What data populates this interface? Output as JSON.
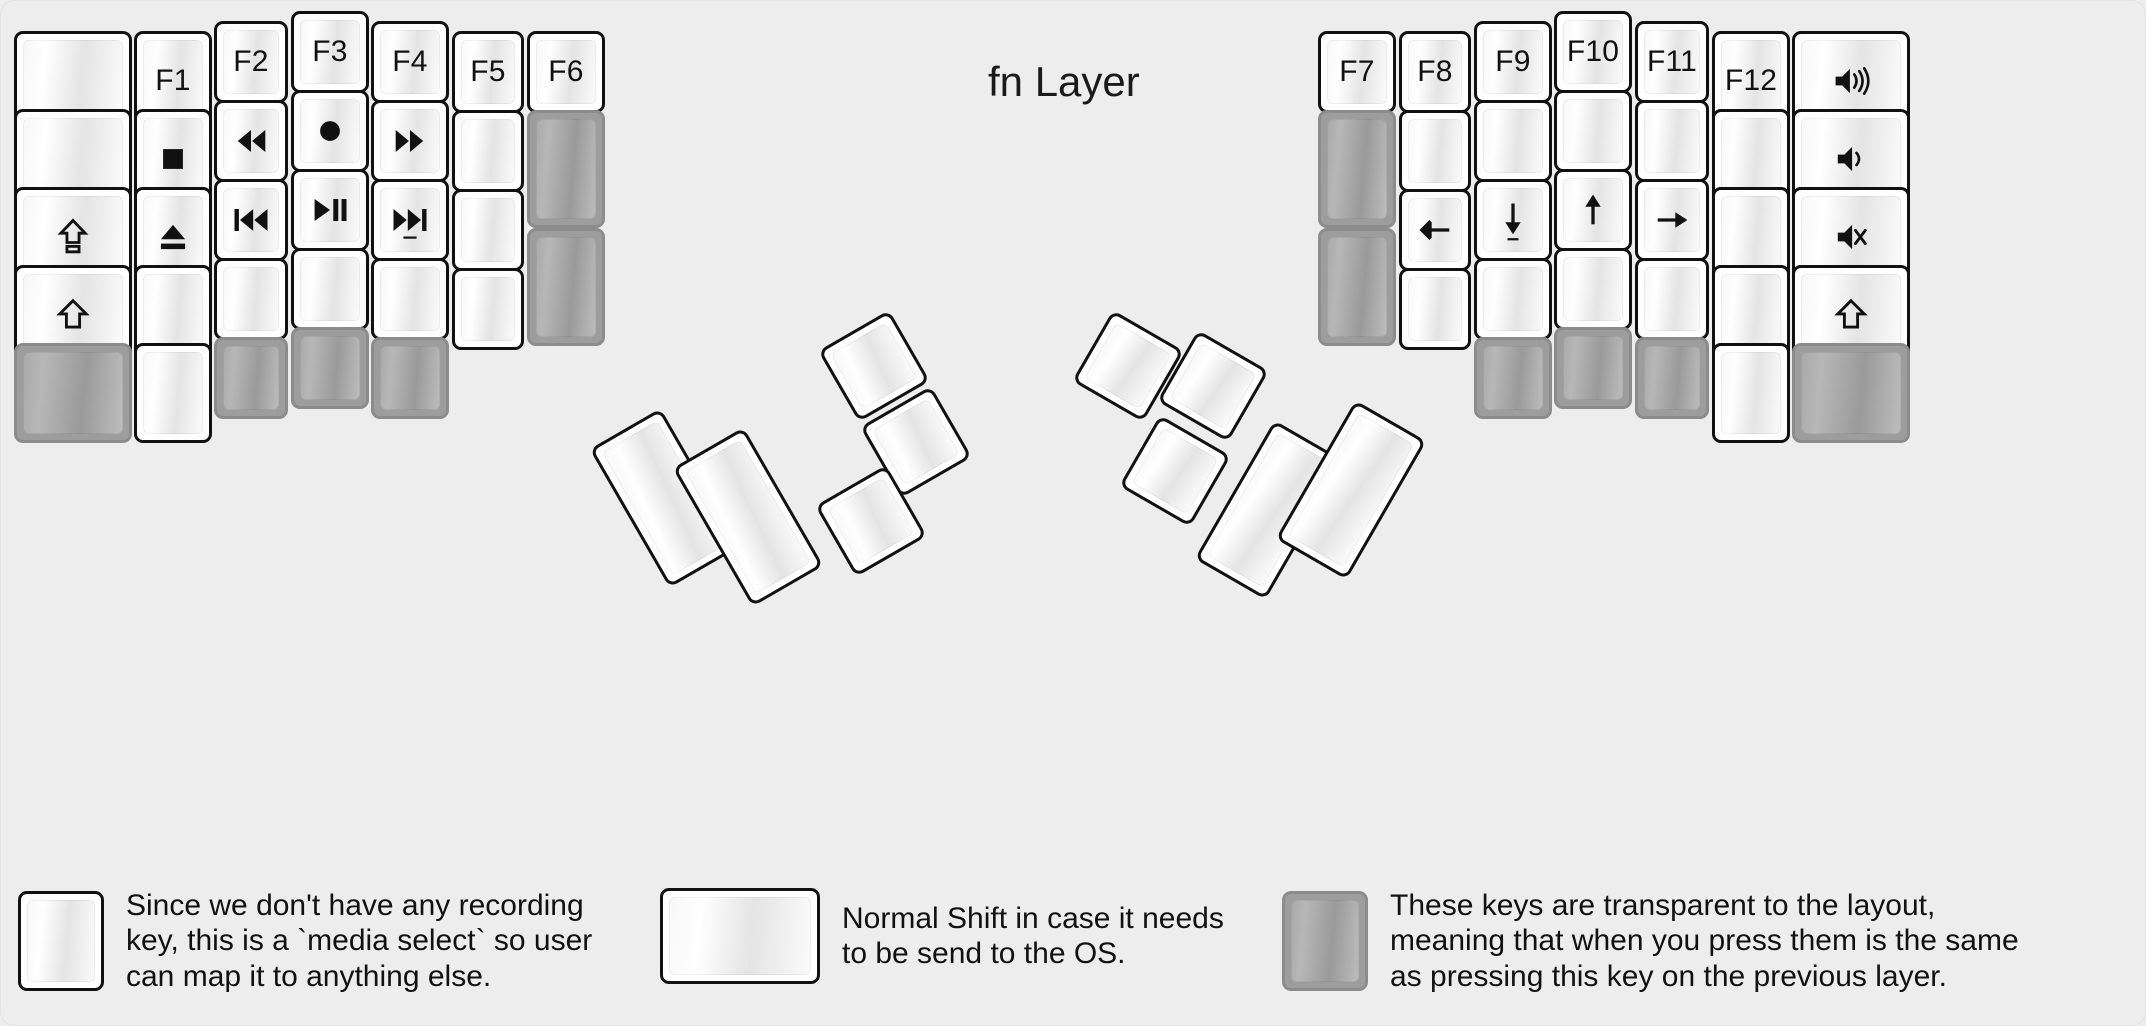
{
  "title": "fn Layer",
  "colors": {
    "background": "#ededed",
    "key_fill": "#ffffff",
    "key_border": "#111111",
    "transparent_fill": "#9d9d9d",
    "transparent_border": "#8c8c8c",
    "text": "#111111"
  },
  "legend": [
    {
      "icon": "record-icon",
      "key_style": "normal",
      "text": "Since we don't have any recording\nkey, this is a `media select` so user\ncan map it to anything else."
    },
    {
      "icon": "shift-icon",
      "key_style": "normal",
      "text": "Normal Shift in case it needs\nto be send to the OS."
    },
    {
      "icon": "none",
      "key_style": "transparent",
      "text": "These keys are transparent to the layout,\nmeaning that when you press them is the same\nas pressing this key on the previous layer."
    }
  ],
  "left_half": {
    "columns": [
      {
        "name": "pinky-outer",
        "keys": [
          {
            "label": "",
            "icon": "none",
            "style": "normal"
          },
          {
            "label": "",
            "icon": "none",
            "style": "normal"
          },
          {
            "label": "",
            "icon": "capslock-icon",
            "style": "normal"
          },
          {
            "label": "",
            "icon": "shift-icon",
            "style": "normal"
          },
          {
            "label": "",
            "icon": "none",
            "style": "transparent"
          }
        ]
      },
      {
        "name": "pinky",
        "keys": [
          {
            "label": "F1",
            "icon": "none",
            "style": "normal"
          },
          {
            "label": "",
            "icon": "media-stop-icon",
            "style": "normal"
          },
          {
            "label": "",
            "icon": "eject-icon",
            "style": "normal"
          },
          {
            "label": "",
            "icon": "none",
            "style": "normal"
          },
          {
            "label": "",
            "icon": "none",
            "style": "normal"
          }
        ]
      },
      {
        "name": "ring",
        "keys": [
          {
            "label": "F2",
            "icon": "none",
            "style": "normal"
          },
          {
            "label": "",
            "icon": "rewind-icon",
            "style": "normal"
          },
          {
            "label": "",
            "icon": "previous-track-icon",
            "style": "normal"
          },
          {
            "label": "",
            "icon": "none",
            "style": "normal"
          },
          {
            "label": "",
            "icon": "none",
            "style": "transparent"
          }
        ]
      },
      {
        "name": "middle",
        "keys": [
          {
            "label": "F3",
            "icon": "none",
            "style": "normal"
          },
          {
            "label": "",
            "icon": "record-icon",
            "style": "normal"
          },
          {
            "label": "",
            "icon": "play-pause-icon",
            "style": "normal"
          },
          {
            "label": "",
            "icon": "none",
            "style": "normal"
          },
          {
            "label": "",
            "icon": "none",
            "style": "transparent"
          }
        ]
      },
      {
        "name": "index",
        "keys": [
          {
            "label": "F4",
            "icon": "none",
            "style": "normal"
          },
          {
            "label": "",
            "icon": "fast-forward-icon",
            "style": "normal"
          },
          {
            "label": "",
            "icon": "next-track-icon",
            "style": "normal"
          },
          {
            "label": "",
            "icon": "none",
            "style": "normal"
          },
          {
            "label": "",
            "icon": "none",
            "style": "transparent"
          }
        ]
      },
      {
        "name": "index-inner",
        "keys": [
          {
            "label": "F5",
            "icon": "none",
            "style": "normal"
          },
          {
            "label": "",
            "icon": "none",
            "style": "normal"
          },
          {
            "label": "",
            "icon": "none",
            "style": "normal"
          },
          {
            "label": "",
            "icon": "none",
            "style": "normal"
          }
        ]
      },
      {
        "name": "innermost",
        "keys": [
          {
            "label": "F6",
            "icon": "none",
            "style": "normal"
          },
          {
            "label": "",
            "icon": "none",
            "style": "transparent"
          },
          {
            "label": "",
            "icon": "none",
            "style": "transparent"
          }
        ]
      }
    ],
    "thumb_cluster": [
      {
        "label": "",
        "icon": "none",
        "style": "normal",
        "size": "2u-tall"
      },
      {
        "label": "",
        "icon": "none",
        "style": "normal",
        "size": "2u-tall"
      },
      {
        "label": "",
        "icon": "none",
        "style": "normal",
        "size": "1u"
      },
      {
        "label": "",
        "icon": "none",
        "style": "normal",
        "size": "1u"
      },
      {
        "label": "",
        "icon": "none",
        "style": "normal",
        "size": "1u"
      }
    ]
  },
  "right_half": {
    "columns": [
      {
        "name": "innermost",
        "keys": [
          {
            "label": "F7",
            "icon": "none",
            "style": "normal"
          },
          {
            "label": "",
            "icon": "none",
            "style": "transparent"
          },
          {
            "label": "",
            "icon": "none",
            "style": "transparent"
          }
        ]
      },
      {
        "name": "index-inner",
        "keys": [
          {
            "label": "F8",
            "icon": "none",
            "style": "normal"
          },
          {
            "label": "",
            "icon": "none",
            "style": "normal"
          },
          {
            "label": "",
            "icon": "arrow-left-icon",
            "style": "normal"
          },
          {
            "label": "",
            "icon": "none",
            "style": "normal"
          }
        ]
      },
      {
        "name": "index",
        "keys": [
          {
            "label": "F9",
            "icon": "none",
            "style": "normal"
          },
          {
            "label": "",
            "icon": "none",
            "style": "normal"
          },
          {
            "label": "",
            "icon": "arrow-down-icon",
            "style": "normal"
          },
          {
            "label": "",
            "icon": "none",
            "style": "normal"
          },
          {
            "label": "",
            "icon": "none",
            "style": "transparent"
          }
        ]
      },
      {
        "name": "middle",
        "keys": [
          {
            "label": "F10",
            "icon": "none",
            "style": "normal"
          },
          {
            "label": "",
            "icon": "none",
            "style": "normal"
          },
          {
            "label": "",
            "icon": "arrow-up-icon",
            "style": "normal"
          },
          {
            "label": "",
            "icon": "none",
            "style": "normal"
          },
          {
            "label": "",
            "icon": "none",
            "style": "transparent"
          }
        ]
      },
      {
        "name": "ring",
        "keys": [
          {
            "label": "F11",
            "icon": "none",
            "style": "normal"
          },
          {
            "label": "",
            "icon": "none",
            "style": "normal"
          },
          {
            "label": "",
            "icon": "arrow-right-icon",
            "style": "normal"
          },
          {
            "label": "",
            "icon": "none",
            "style": "normal"
          },
          {
            "label": "",
            "icon": "none",
            "style": "transparent"
          }
        ]
      },
      {
        "name": "pinky",
        "keys": [
          {
            "label": "F12",
            "icon": "none",
            "style": "normal"
          },
          {
            "label": "",
            "icon": "none",
            "style": "normal"
          },
          {
            "label": "",
            "icon": "none",
            "style": "normal"
          },
          {
            "label": "",
            "icon": "none",
            "style": "normal"
          },
          {
            "label": "",
            "icon": "none",
            "style": "normal"
          }
        ]
      },
      {
        "name": "pinky-outer",
        "keys": [
          {
            "label": "",
            "icon": "volume-up-icon",
            "style": "normal"
          },
          {
            "label": "",
            "icon": "volume-down-icon",
            "style": "normal"
          },
          {
            "label": "",
            "icon": "volume-mute-icon",
            "style": "normal"
          },
          {
            "label": "",
            "icon": "shift-icon",
            "style": "normal"
          },
          {
            "label": "",
            "icon": "none",
            "style": "transparent"
          }
        ]
      }
    ],
    "thumb_cluster": [
      {
        "label": "",
        "icon": "none",
        "style": "normal",
        "size": "1u"
      },
      {
        "label": "",
        "icon": "none",
        "style": "normal",
        "size": "1u"
      },
      {
        "label": "",
        "icon": "none",
        "style": "normal",
        "size": "1u"
      },
      {
        "label": "",
        "icon": "none",
        "style": "normal",
        "size": "2u-tall"
      },
      {
        "label": "",
        "icon": "none",
        "style": "normal",
        "size": "2u-tall"
      }
    ]
  }
}
